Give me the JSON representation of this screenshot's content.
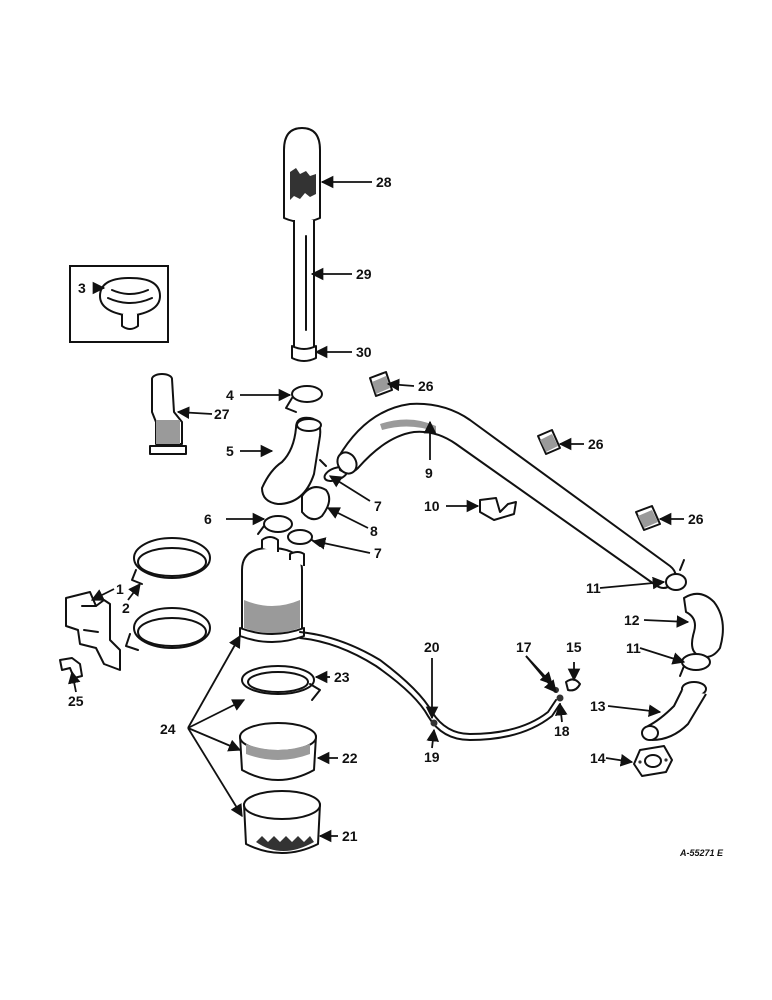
{
  "figure": {
    "part_number": "A-55271 E"
  },
  "callouts": [
    {
      "id": "c1",
      "label": "1"
    },
    {
      "id": "c2",
      "label": "2"
    },
    {
      "id": "c3",
      "label": "3"
    },
    {
      "id": "c4",
      "label": "4"
    },
    {
      "id": "c5",
      "label": "5"
    },
    {
      "id": "c6",
      "label": "6"
    },
    {
      "id": "c7a",
      "label": "7"
    },
    {
      "id": "c7b",
      "label": "7"
    },
    {
      "id": "c8",
      "label": "8"
    },
    {
      "id": "c9",
      "label": "9"
    },
    {
      "id": "c10",
      "label": "10"
    },
    {
      "id": "c11a",
      "label": "11"
    },
    {
      "id": "c11b",
      "label": "11"
    },
    {
      "id": "c12",
      "label": "12"
    },
    {
      "id": "c13",
      "label": "13"
    },
    {
      "id": "c14",
      "label": "14"
    },
    {
      "id": "c15",
      "label": "15"
    },
    {
      "id": "c17",
      "label": "17"
    },
    {
      "id": "c18",
      "label": "18"
    },
    {
      "id": "c19",
      "label": "19"
    },
    {
      "id": "c20",
      "label": "20"
    },
    {
      "id": "c21",
      "label": "21"
    },
    {
      "id": "c22",
      "label": "22"
    },
    {
      "id": "c23",
      "label": "23"
    },
    {
      "id": "c24",
      "label": "24"
    },
    {
      "id": "c25",
      "label": "25"
    },
    {
      "id": "c26a",
      "label": "26"
    },
    {
      "id": "c26b",
      "label": "26"
    },
    {
      "id": "c26c",
      "label": "26"
    },
    {
      "id": "c27",
      "label": "27"
    },
    {
      "id": "c28",
      "label": "28"
    },
    {
      "id": "c29",
      "label": "29"
    },
    {
      "id": "c30",
      "label": "30"
    }
  ]
}
